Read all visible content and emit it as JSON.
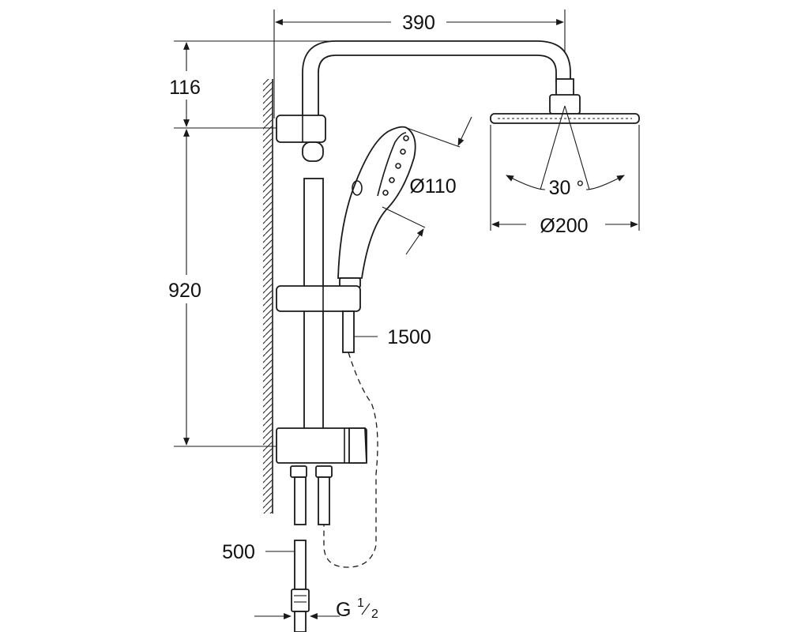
{
  "dimensions": {
    "width_total": "390",
    "height_top": "116",
    "height_rail": "920",
    "handshower_diameter": "Ø110",
    "head_diameter": "Ø200",
    "spray_angle": "30 °",
    "hose_length": "1500",
    "connection_length": "500",
    "thread": {
      "main": "G",
      "numerator": "1",
      "denominator": "2"
    }
  },
  "colors": {
    "line": "#1a1a1a",
    "background": "#ffffff"
  }
}
